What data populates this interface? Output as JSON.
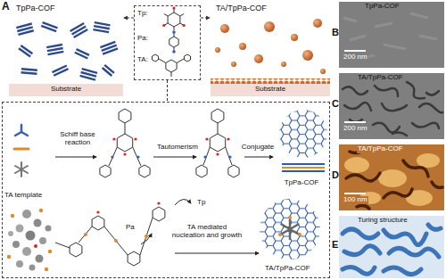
{
  "diagram": {
    "nodes": [
      {
        "text": [
          "A"
        ]
      },
      {
        "text": [
          "TpPa-COF"
        ],
        "in": 0
      },
      {
        "text": [
          "Substrate"
        ],
        "in": 1
      },
      {
        "text": [
          "Tp:",
          "Pa:",
          "TA:"
        ],
        "in": 0
      },
      {
        "text": [
          "TA/TpPa-COF"
        ],
        "in": 0
      },
      {
        "text": [
          "Substrate"
        ],
        "in": 4
      },
      {
        "text": [
          "Schiff base reaction",
          "Tautomerism",
          "Conjugate",
          "TpPa-COF",
          "TA template",
          "TA mediated nucleation and growth",
          "Tp",
          "Pa",
          "TA/TpPa-COF"
        ],
        "in": 0
      },
      {
        "text": [
          "B",
          "TpPa-COF",
          "200 nm"
        ]
      },
      {
        "text": [
          "C",
          "TA/TpPa-COF",
          "200 nm"
        ]
      },
      {
        "text": [
          "D",
          "TA/TpPa-COF",
          "100 nm"
        ]
      },
      {
        "text": [
          "E",
          "Turing structure"
        ]
      }
    ],
    "edges": [
      {
        "from": 3,
        "to": 1,
        "arrow": "to"
      },
      {
        "from": 3,
        "to": 4,
        "arrow": "to"
      },
      {
        "from": 3,
        "to": 6,
        "arrow": "none"
      }
    ]
  }
}
